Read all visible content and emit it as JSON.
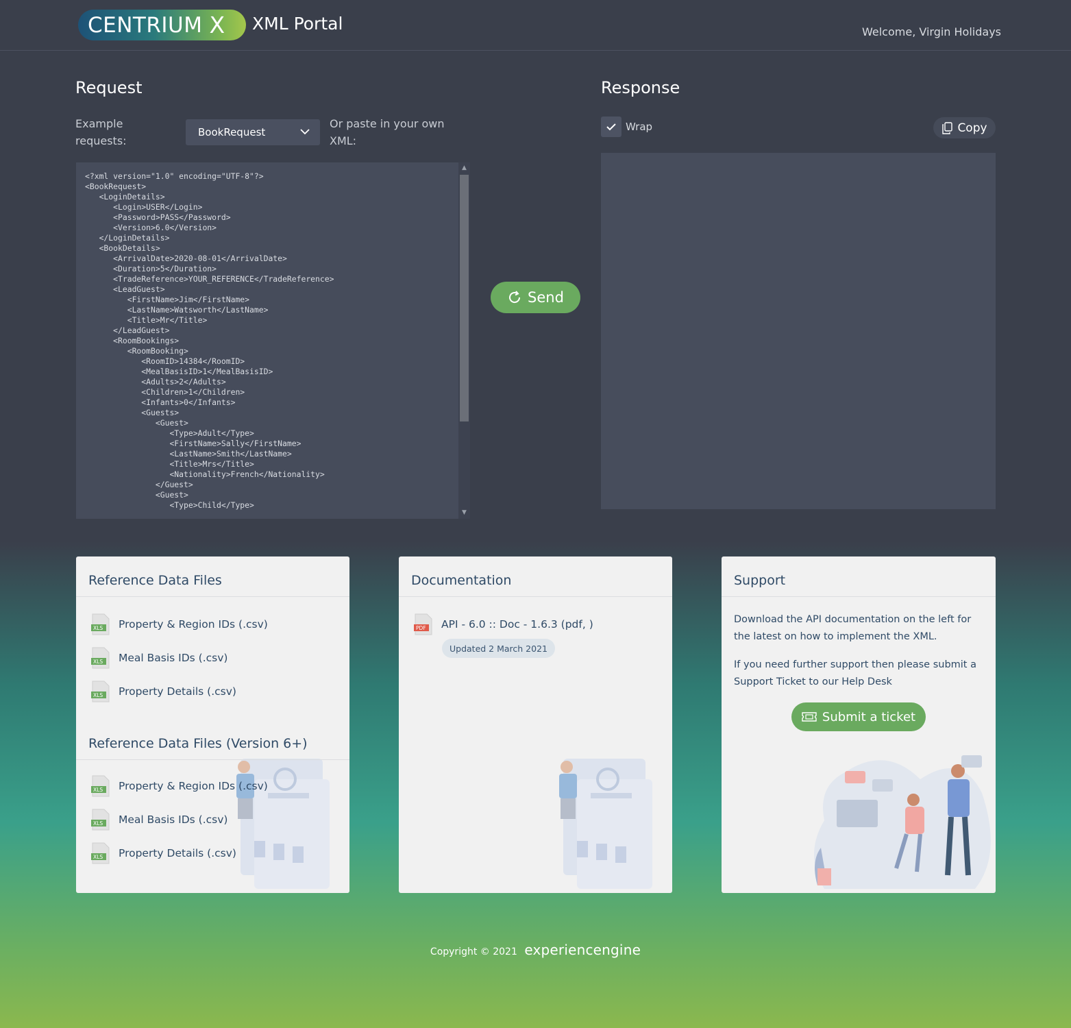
{
  "header": {
    "logo_text": "CENTRIUM",
    "logo_mark": "X",
    "portal_title": "XML Portal",
    "welcome": "Welcome, Virgin Holidays"
  },
  "request": {
    "title": "Request",
    "example_label": "Example requests:",
    "example_selected": "BookRequest",
    "paste_label": "Or paste in your own XML:",
    "xml": "<?xml version=\"1.0\" encoding=\"UTF-8\"?>\n<BookRequest>\n   <LoginDetails>\n      <Login>USER</Login>\n      <Password>PASS</Password>\n      <Version>6.0</Version>\n   </LoginDetails>\n   <BookDetails>\n      <ArrivalDate>2020-08-01</ArrivalDate>\n      <Duration>5</Duration>\n      <TradeReference>YOUR_REFERENCE</TradeReference>\n      <LeadGuest>\n         <FirstName>Jim</FirstName>\n         <LastName>Watsworth</LastName>\n         <Title>Mr</Title>\n      </LeadGuest>\n      <RoomBookings>\n         <RoomBooking>\n            <RoomID>14384</RoomID>\n            <MealBasisID>1</MealBasisID>\n            <Adults>2</Adults>\n            <Children>1</Children>\n            <Infants>0</Infants>\n            <Guests>\n               <Guest>\n                  <Type>Adult</Type>\n                  <FirstName>Sally</FirstName>\n                  <LastName>Smith</LastName>\n                  <Title>Mrs</Title>\n                  <Nationality>French</Nationality>\n               </Guest>\n               <Guest>\n                  <Type>Child</Type>"
  },
  "send_label": "Send",
  "response": {
    "title": "Response",
    "wrap_label": "Wrap",
    "wrap_checked": true,
    "copy_label": "Copy"
  },
  "reference_card": {
    "title": "Reference Data Files",
    "files": [
      "Property & Region IDs (.csv)",
      "Meal Basis IDs (.csv)",
      "Property Details (.csv)"
    ],
    "v6_title": "Reference Data Files (Version 6+)",
    "v6_files": [
      "Property & Region IDs (.csv)",
      "Meal Basis IDs (.csv)",
      "Property Details (.csv)"
    ],
    "file_badge": "XLS"
  },
  "documentation_card": {
    "title": "Documentation",
    "doc_label": "API - 6.0 :: Doc - 1.6.3 (pdf, )",
    "doc_badge": "PDF",
    "updated": "Updated 2 March 2021"
  },
  "support_card": {
    "title": "Support",
    "text1": "Download the API documentation on the left for the latest on how to implement the XML.",
    "text2": "If you need further support then please submit a Support Ticket to our Help Desk",
    "button_label": "Submit a ticket"
  },
  "footer": {
    "copyright": "Copyright © 2021",
    "brand": "experiencengine"
  },
  "colors": {
    "accent_green": "#6aaa5f",
    "background_dark": "#3a3f4b",
    "card_bg": "#f1f1f1"
  }
}
